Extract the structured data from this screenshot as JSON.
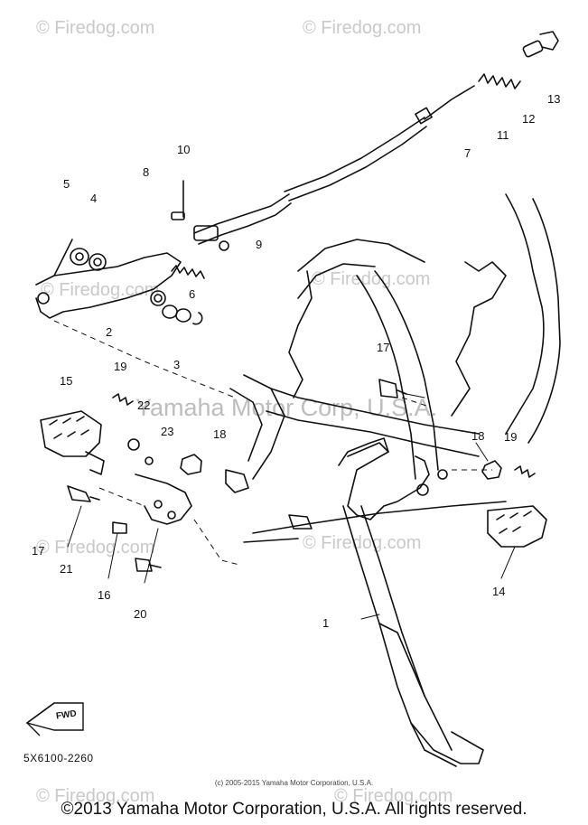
{
  "watermark": {
    "brand": "© Firedog.com",
    "center_text": "Yamaha Motor Corp, U.S.A."
  },
  "part_labels": [
    "1",
    "2",
    "3",
    "4",
    "5",
    "6",
    "7",
    "8",
    "9",
    "10",
    "11",
    "12",
    "13",
    "14",
    "15",
    "16",
    "17",
    "18",
    "19",
    "20",
    "21",
    "22",
    "23"
  ],
  "diagram_code": "5X6100-2260",
  "fwd_label": "FWD",
  "small_copyright": "(c) 2005-2015 Yamaha Motor Corporation, U.S.A.",
  "footer_copyright": "©2013 Yamaha Motor Corporation, U.S.A. All rights reserved."
}
